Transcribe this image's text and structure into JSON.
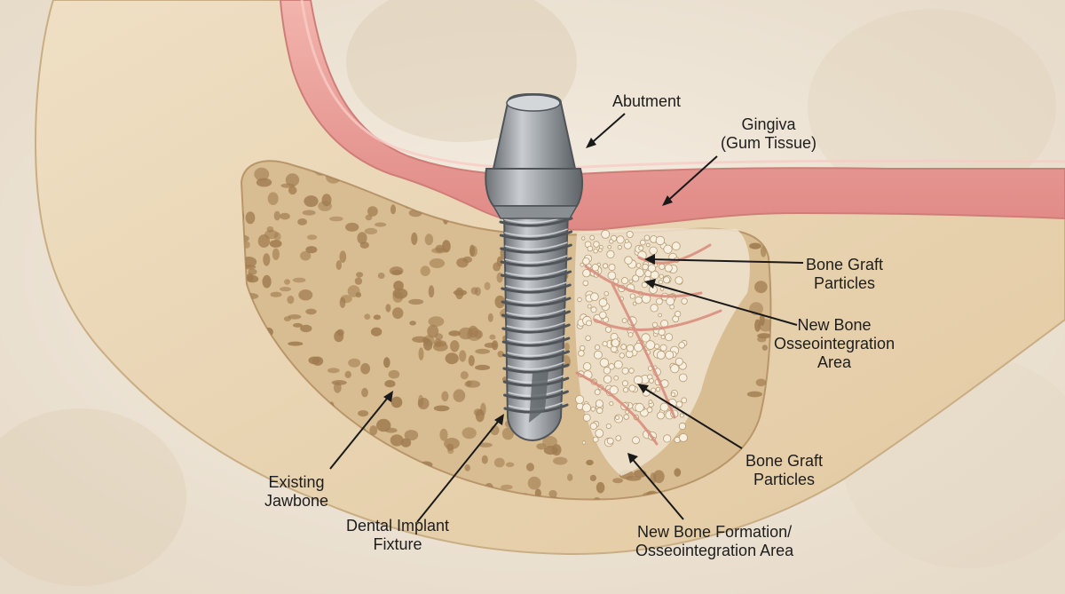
{
  "diagram": {
    "labels": {
      "abutment": "Abutment",
      "gingiva": "Gingiva\n(Gum Tissue)",
      "bone_graft_upper": "Bone Graft\nParticles",
      "new_bone_upper": "New Bone\nOsseointegration\nArea",
      "bone_graft_lower": "Bone Graft\nParticles",
      "new_bone_lower": "New Bone Formation/\nOsseointegration Area",
      "dental_implant": "Dental Implant\nFixture",
      "existing_jawbone": "Existing\nJawbone"
    },
    "colors": {
      "background": "#f1e9dc",
      "cortical_bone": "#ead6b5",
      "cancellous_bone": "#d9bd92",
      "bone_pores": "#a07c50",
      "gingiva": "#e79a96",
      "implant_metal": "#9ea3a8",
      "graft_particles": "#f7efe0",
      "blood_vessels": "#d98a7a",
      "leader_lines": "#1a1a1a"
    }
  }
}
